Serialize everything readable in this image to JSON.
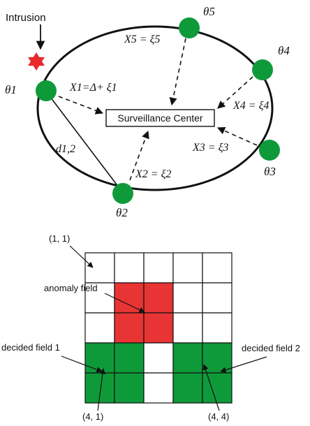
{
  "network": {
    "intrusion_label": "Intrusion",
    "center_label": "Surveillance Center",
    "link_label": "d1,2",
    "nodes": [
      {
        "id": "1",
        "theta": "θ1",
        "eq": "X1=Δ+ ξ1"
      },
      {
        "id": "2",
        "theta": "θ2",
        "eq": "X2 = ξ2"
      },
      {
        "id": "3",
        "theta": "θ3",
        "eq": "X3 = ξ3"
      },
      {
        "id": "4",
        "theta": "θ4",
        "eq": "X4 = ξ4"
      },
      {
        "id": "5",
        "theta": "θ5",
        "eq": "X5 = ξ5"
      }
    ]
  },
  "grid": {
    "rows": 5,
    "cols": 5,
    "cells": [
      [
        "white",
        "white",
        "white",
        "white",
        "white"
      ],
      [
        "white",
        "red",
        "red",
        "white",
        "white"
      ],
      [
        "white",
        "red",
        "red",
        "white",
        "white"
      ],
      [
        "green",
        "green",
        "white",
        "green",
        "green"
      ],
      [
        "green",
        "green",
        "white",
        "green",
        "green"
      ]
    ],
    "labels": {
      "top_left": "(1, 1)",
      "anomaly": "anomaly field",
      "decided1": "decided field 1",
      "decided2": "decided field 2",
      "bottom1": "(4, 1)",
      "bottom2": "(4, 4)"
    }
  },
  "colors": {
    "node": "#0f9a3a",
    "intrusion": "#e8282a",
    "anomaly": "#e83434",
    "decided": "#0f9a3a",
    "line": "#111111"
  }
}
